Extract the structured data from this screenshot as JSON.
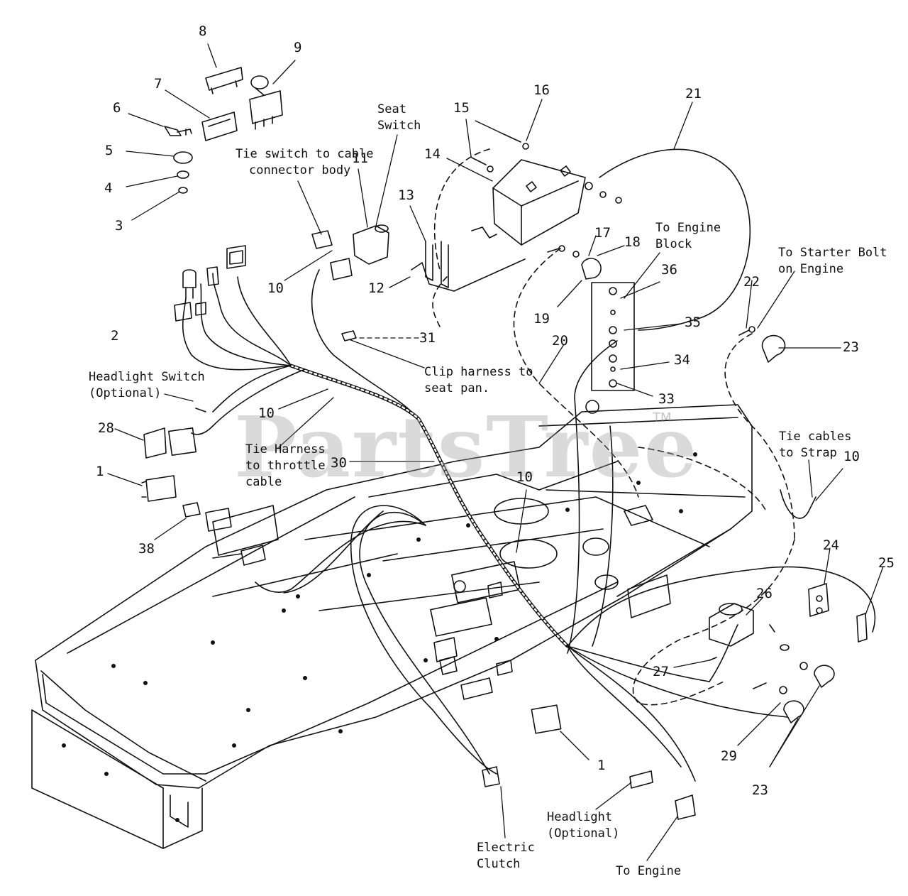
{
  "watermark": {
    "text": "PartsTree",
    "tm": "TM"
  },
  "callouts": {
    "n1a": "1",
    "n1b": "1",
    "n2": "2",
    "n3": "3",
    "n4": "4",
    "n5": "5",
    "n6": "6",
    "n7": "7",
    "n8": "8",
    "n9": "9",
    "n10a": "10",
    "n10b": "10",
    "n10c": "10",
    "n10d": "10",
    "n11": "11",
    "n12": "12",
    "n13": "13",
    "n14": "14",
    "n15": "15",
    "n16": "16",
    "n17": "17",
    "n18": "18",
    "n19": "19",
    "n20": "20",
    "n21": "21",
    "n22": "22",
    "n23a": "23",
    "n23b": "23",
    "n24": "24",
    "n25": "25",
    "n26": "26",
    "n27": "27",
    "n28": "28",
    "n29": "29",
    "n30": "30",
    "n31": "31",
    "n33": "33",
    "n34": "34",
    "n35": "35",
    "n36": "36",
    "n38": "38"
  },
  "notes": {
    "seat_switch": [
      "Seat",
      "Switch"
    ],
    "tie_switch": [
      "Tie switch to cable",
      "connector body"
    ],
    "to_engine_block": [
      "To Engine",
      "Block"
    ],
    "to_starter_bolt": [
      "To Starter Bolt",
      "on Engine"
    ],
    "headlight_switch": [
      "Headlight Switch",
      "(Optional)"
    ],
    "clip_harness": [
      "Clip harness to",
      "seat pan."
    ],
    "tie_harness": [
      "Tie Harness",
      "to throttle",
      "cable"
    ],
    "tie_cables": [
      "Tie cables",
      "to Strap"
    ],
    "headlight": [
      "Headlight",
      "(Optional)"
    ],
    "electric_clutch": [
      "Electric",
      "Clutch"
    ],
    "to_engine": "To Engine"
  }
}
